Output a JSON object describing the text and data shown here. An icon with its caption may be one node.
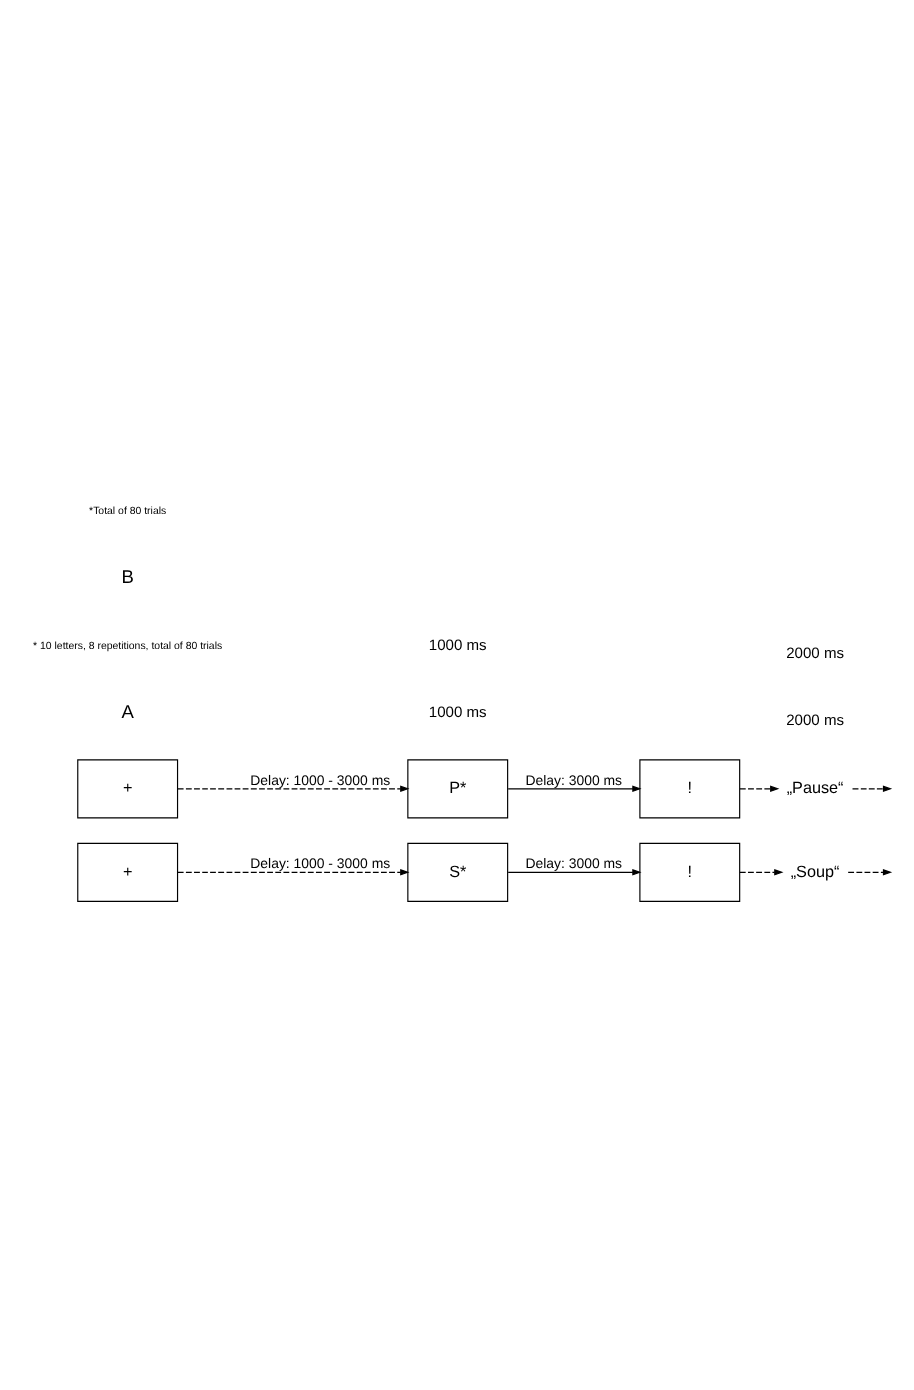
{
  "diagram": {
    "nodes": [
      {
        "text": [
          "+"
        ]
      },
      {
        "text": [
          "S*"
        ]
      },
      {
        "text": [
          "!"
        ]
      },
      {
        "text": [
          "„Soup“"
        ]
      },
      {
        "text": [
          "+"
        ]
      },
      {
        "text": [
          "P*"
        ]
      },
      {
        "text": [
          "!"
        ]
      },
      {
        "text": [
          "„Pause“"
        ]
      }
    ],
    "edges": [
      {
        "from": 0,
        "to": 1,
        "arrow": "to",
        "style": "dashed",
        "label": "Delay: 1000 - 3000 ms"
      },
      {
        "from": 1,
        "to": 2,
        "arrow": "to",
        "label": "Delay: 3000 ms"
      },
      {
        "from": 2,
        "to": 3,
        "arrow": "to",
        "style": "dashed"
      },
      {
        "from": 3,
        "to": null,
        "arrow": "to",
        "style": "dashed"
      },
      {
        "from": 4,
        "to": 5,
        "arrow": "to",
        "style": "dashed",
        "label": "Delay: 1000 - 3000 ms"
      },
      {
        "from": 5,
        "to": 6,
        "arrow": "to",
        "label": "Delay: 3000 ms"
      },
      {
        "from": 6,
        "to": 7,
        "arrow": "to",
        "style": "dashed"
      },
      {
        "from": 7,
        "to": null,
        "arrow": "to",
        "style": "dashed"
      }
    ],
    "labels": [
      "A",
      "2000 ms",
      "1000 ms",
      "* 10 letters, 8 repetitions, total of 80 trials",
      "B",
      "2000 ms",
      "1000 ms",
      "*Total of 80 trials"
    ]
  }
}
